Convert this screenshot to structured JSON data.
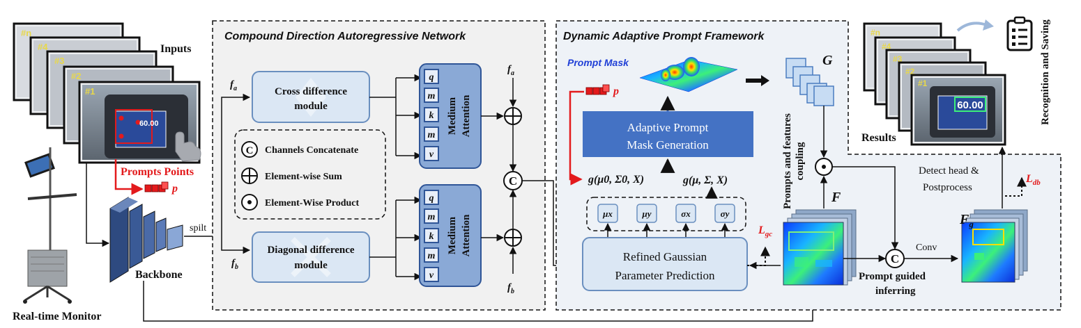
{
  "inputs": {
    "label": "Inputs",
    "frame_labels": [
      "#n",
      "#4",
      "#3",
      "#2",
      "#1"
    ],
    "screen_reading": "60.00",
    "prompts_label": "Prompts Points",
    "p": "p"
  },
  "monitor_label": "Real-time Monitor",
  "backbone": {
    "label": "Backbone",
    "split": "spilt"
  },
  "cdan": {
    "title": "Compound Direction Autoregressive Network",
    "cross_line1": "Cross difference",
    "cross_line2": "module",
    "diag_line1": "Diagonal difference",
    "diag_line2": "module",
    "fa": "f",
    "fa_sub": "a",
    "fb": "f",
    "fb_sub": "b",
    "attn_cells": [
      "q",
      "m",
      "k",
      "m",
      "v"
    ],
    "attn_line1": "Medium",
    "attn_line2": "Attention",
    "legend": {
      "concat": "Channels Concatenate",
      "sum": "Element-wise Sum",
      "product": "Element-Wise Product"
    },
    "concat_symbol": "C"
  },
  "dapf": {
    "title": "Dynamic Adaptive Prompt Framework",
    "prompt_mask": "Prompt Mask",
    "p": "p",
    "apmg_line1": "Adaptive Prompt",
    "apmg_line2": "Mask Generation",
    "g0": "g(μ0, Σ0, X)",
    "g": "g(μ, Σ, X)",
    "params": [
      "μx",
      "μy",
      "σx",
      "σy"
    ],
    "rgpp_line1": "Refined Gaussian",
    "rgpp_line2": "Parameter Prediction",
    "loss_gc": "L",
    "loss_gc_sub": "gc"
  },
  "right": {
    "G": "G",
    "F": "F",
    "Fg": "F",
    "Fg_sub": "g",
    "coupling_line1": "Prompts and features",
    "coupling_line2": "coupling",
    "prompt_guided_line1": "Prompt guided",
    "prompt_guided_line2": "inferring",
    "conv": "Conv",
    "detect_line1": "Detect head &",
    "detect_line2": "Postprocess",
    "loss_db": "L",
    "loss_db_sub": "db",
    "results": "Results",
    "recognition": "Recognition and Saving",
    "result_frames": [
      "#n",
      "#4",
      "#3",
      "#2",
      "#1"
    ],
    "result_reading": "60.00"
  },
  "colors": {
    "panel_bg": "#f1f1f1",
    "panel_bg2": "#eef2f7",
    "module_fill": "#dbe7f4",
    "module_stroke": "#6a8fbf",
    "attn_fill": "#8aa9d6",
    "attn_cell": "#2f5597",
    "apmg_fill": "#4472c4",
    "red": "#e31a1c",
    "prompt_blue": "#1f3fd6"
  }
}
